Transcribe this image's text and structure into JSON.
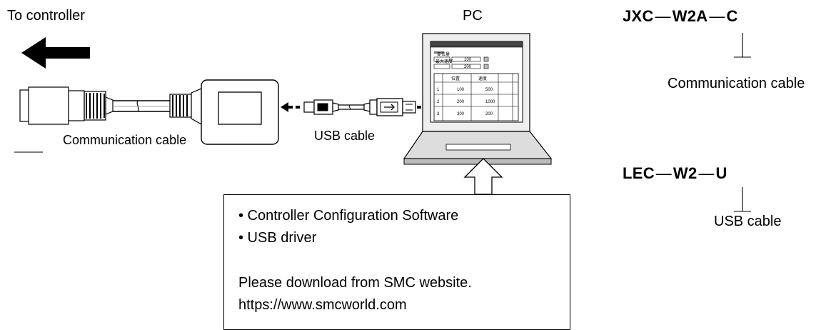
{
  "labels": {
    "to_controller": "To controller",
    "pc": "PC",
    "communication_cable": "Communication cable",
    "usb_cable": "USB cable"
  },
  "part_numbers": {
    "comm": {
      "p1": "JXC",
      "p2": "W2A",
      "suffix": "C",
      "caption": "Communication cable"
    },
    "usb": {
      "p1": "LEC",
      "p2": "W2",
      "suffix": "U",
      "caption": "USB cable"
    }
  },
  "note": {
    "items": [
      "• Controller Configuration Software",
      "• USB driver"
    ],
    "download_line": "Please download from SMC website.",
    "url": "https://www.smcworld.com"
  },
  "screen_table": {
    "row1_label": "変位量",
    "row2_label": "最大速度",
    "row1_value": "100",
    "row2_value": "200",
    "col_headers": [
      "位置",
      "速度"
    ],
    "rows": [
      {
        "n": "1",
        "a": "100",
        "b": "500"
      },
      {
        "n": "2",
        "a": "200",
        "b": "1000"
      },
      {
        "n": "3",
        "a": "300",
        "b": "200"
      }
    ]
  }
}
